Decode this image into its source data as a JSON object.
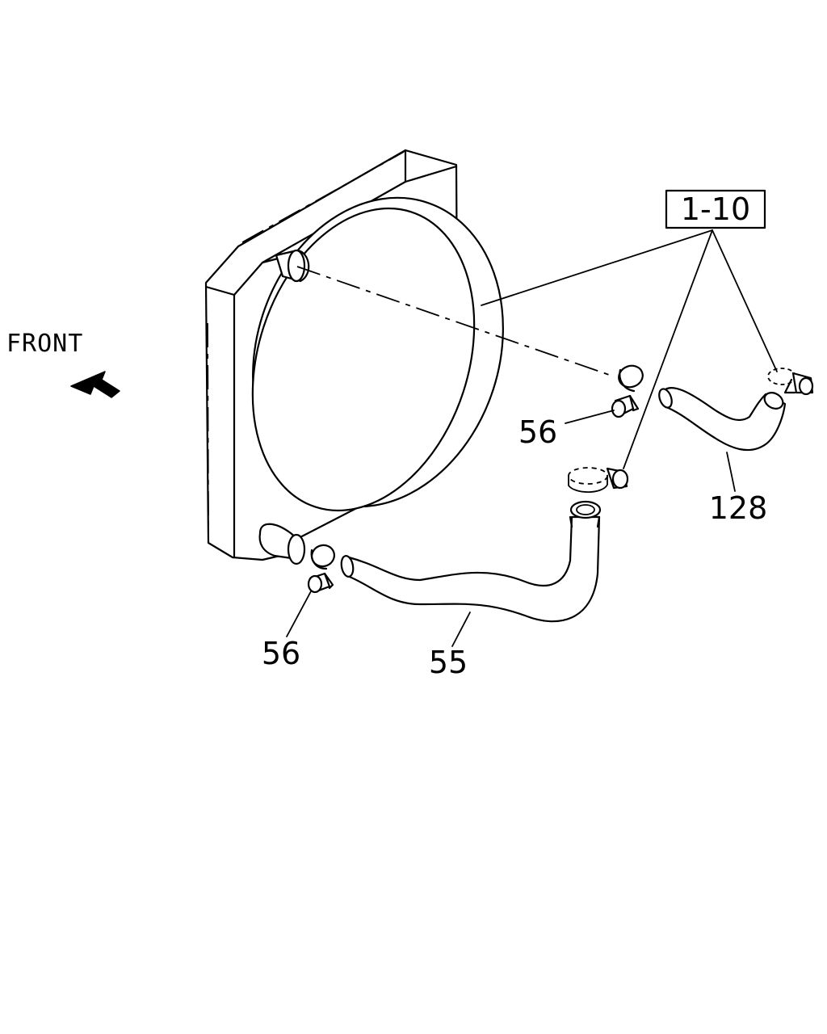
{
  "labels": {
    "ref_box": "1-10",
    "front": "FRONT",
    "clamp_upper": "56",
    "clamp_lower": "56",
    "hose_lower": "55",
    "hose_upper": "128"
  },
  "icons": {
    "front_arrow": "front-arrow-icon"
  }
}
